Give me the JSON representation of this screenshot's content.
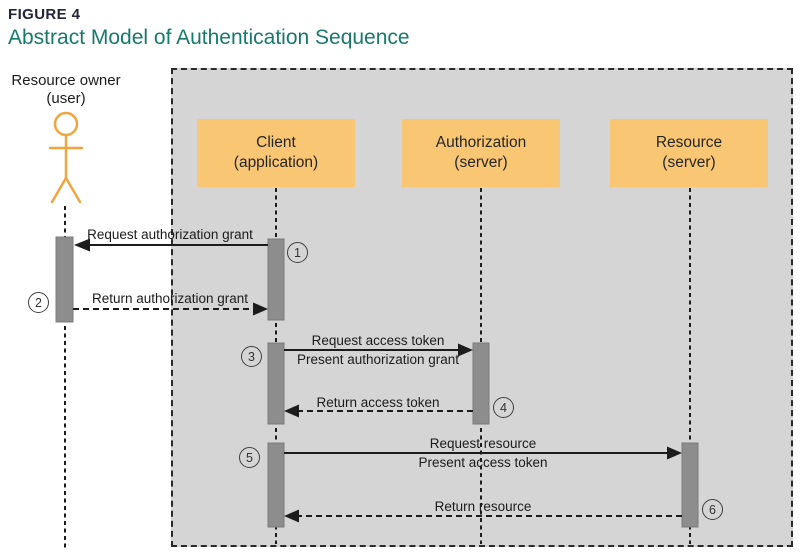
{
  "header": {
    "figure_label": "FIGURE 4",
    "title": "Abstract Model of Authentication Sequence"
  },
  "actor": {
    "line1": "Resource owner",
    "line2": "(user)"
  },
  "participants": [
    {
      "id": "client",
      "line1": "Client",
      "line2": "(application)"
    },
    {
      "id": "authorization-server",
      "line1": "Authorization",
      "line2": "(server)"
    },
    {
      "id": "resource-server",
      "line1": "Resource",
      "line2": "(server)"
    }
  ],
  "messages": [
    {
      "step": "1",
      "label": "Request authorization grant",
      "from": "client",
      "to": "resource-owner",
      "line_style": "solid"
    },
    {
      "step": "2",
      "label": "Return authorization grant",
      "from": "resource-owner",
      "to": "client",
      "line_style": "dashed"
    },
    {
      "step": "3",
      "label": "Request access token",
      "label2": "Present authorization grant",
      "from": "client",
      "to": "authorization-server",
      "line_style": "solid"
    },
    {
      "step": "4",
      "label": "Return access token",
      "from": "authorization-server",
      "to": "client",
      "line_style": "dashed"
    },
    {
      "step": "5",
      "label": "Request resource",
      "label2": "Present access token",
      "from": "client",
      "to": "resource-server",
      "line_style": "solid"
    },
    {
      "step": "6",
      "label": "Return resource",
      "from": "resource-server",
      "to": "client",
      "line_style": "dashed"
    }
  ],
  "colors": {
    "title_teal": "#17796b",
    "figure_label_dark": "#23233a",
    "participant_box_orange": "#f9c674",
    "boundary_gray": "#d5d5d5",
    "activation_bar_gray": "#8d8d8d",
    "activation_bar_stroke": "#7c7c7c",
    "actor_orange": "#f0a53e",
    "line_dark": "#1c1c1c"
  }
}
